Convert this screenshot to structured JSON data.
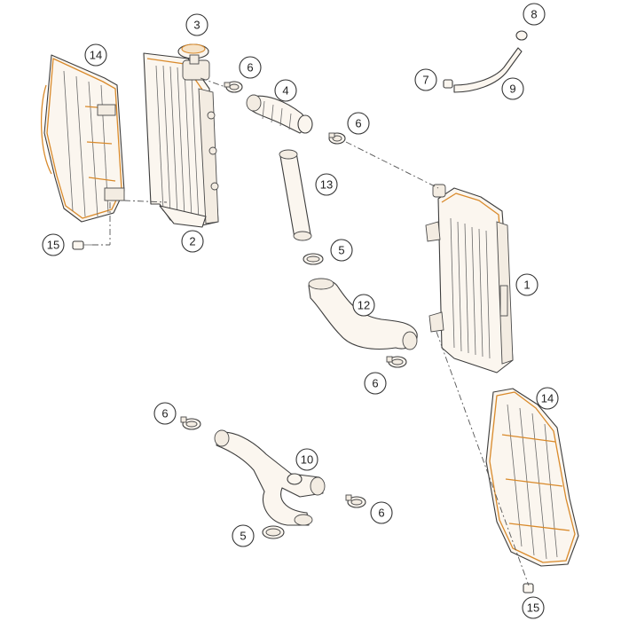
{
  "diagram": {
    "callouts": {
      "c1": "1",
      "c2": "2",
      "c3": "3",
      "c4": "4",
      "c5a": "5",
      "c5b": "5",
      "c6a": "6",
      "c6b": "6",
      "c6c": "6",
      "c6d": "6",
      "c6e": "6",
      "c7": "7",
      "c8": "8",
      "c9": "9",
      "c10": "10",
      "c12": "12",
      "c13": "13",
      "c14a": "14",
      "c14b": "14",
      "c15a": "15",
      "c15b": "15"
    }
  },
  "colors": {
    "outline": "#3d3d3d",
    "accent": "#d98a2b",
    "background": "#ffffff"
  }
}
